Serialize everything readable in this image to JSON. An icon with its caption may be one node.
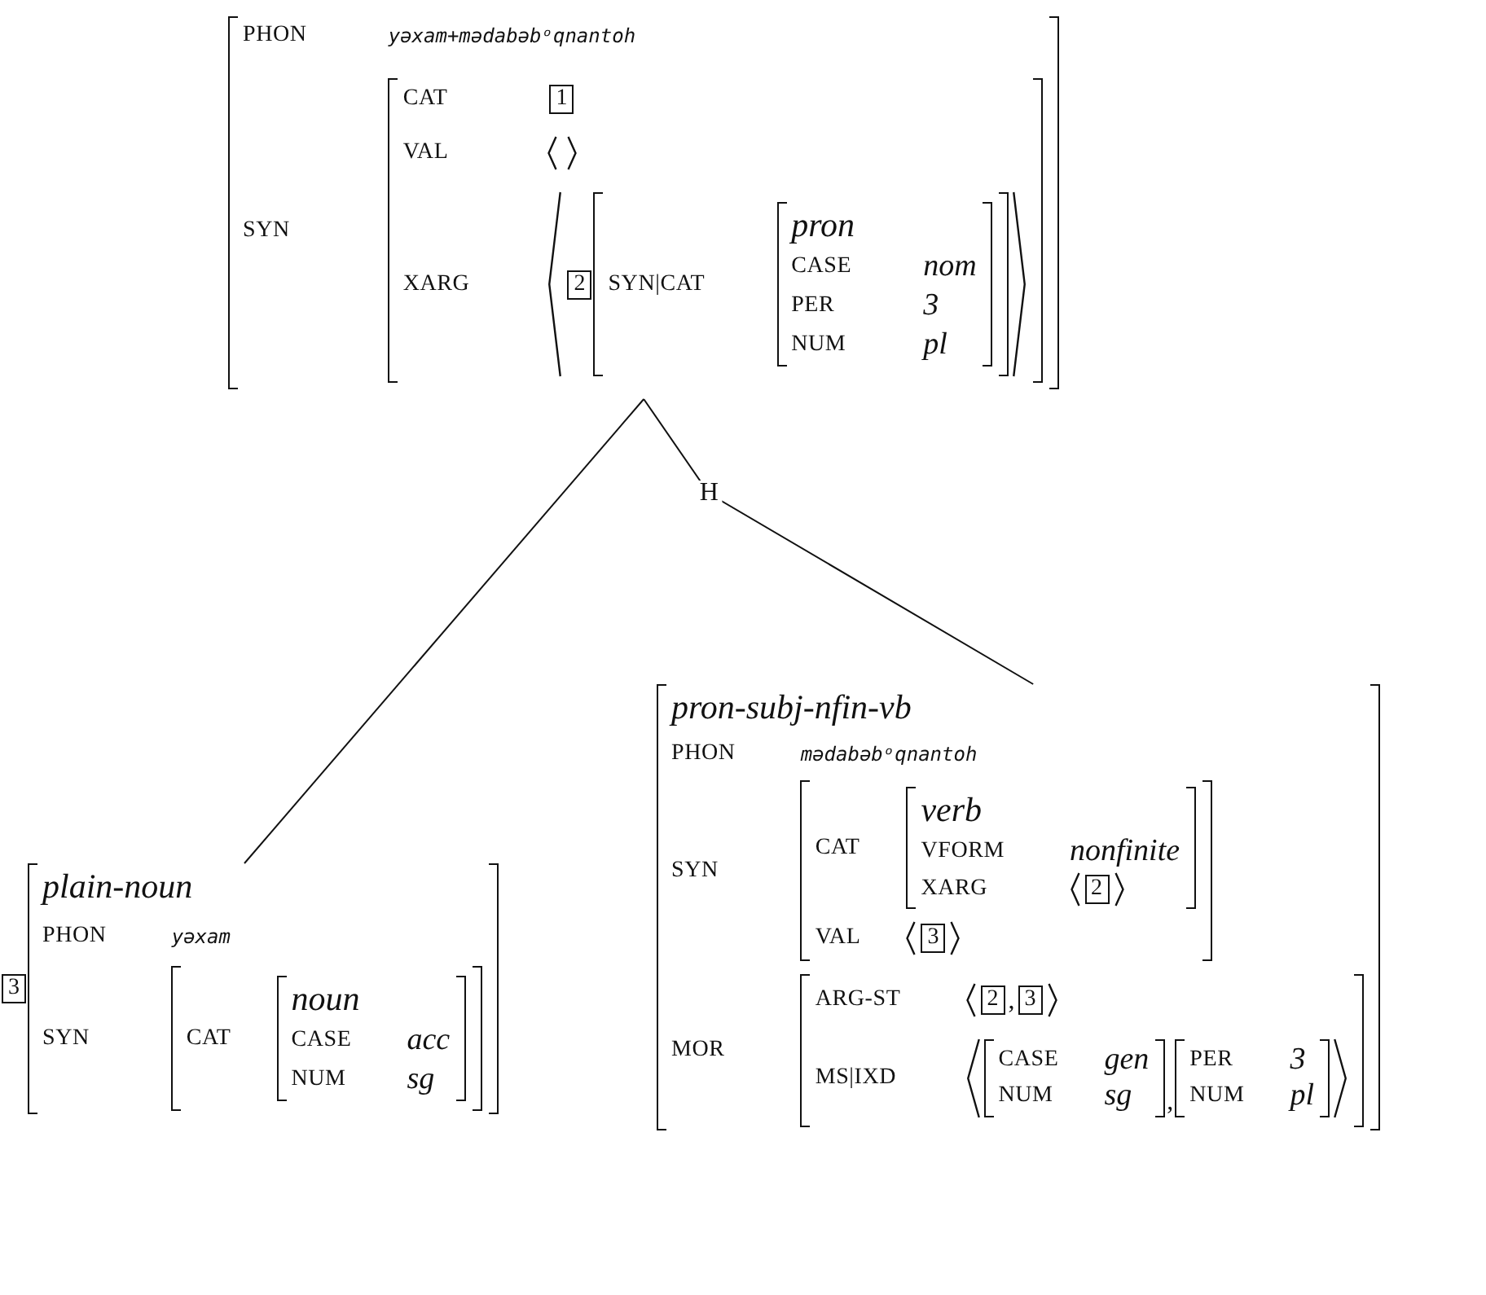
{
  "diagram": {
    "nodes": [
      {
        "text": [
          "PHON",
          "yəxam+mədabəbᵒqnantoh",
          "SYN"
        ]
      },
      {
        "text": [
          "CAT",
          "1",
          "VAL",
          "XARG",
          "2"
        ],
        "in": 0
      },
      {
        "text": [
          "SYN|CAT"
        ],
        "in": 1
      },
      {
        "text": [
          "pron",
          "CASE",
          "nom",
          "PER",
          "3",
          "NUM",
          "pl"
        ],
        "in": 2
      },
      {
        "text": [
          "3",
          "plain-noun",
          "PHON",
          "yəxam",
          "SYN"
        ]
      },
      {
        "text": [
          "CAT"
        ],
        "in": 4
      },
      {
        "text": [
          "noun",
          "CASE",
          "acc",
          "NUM",
          "sg"
        ],
        "in": 5
      },
      {
        "text": [
          "pron-subj-nfin-vb",
          "PHON",
          "mədabəbᵒqnantoh",
          "SYN",
          "MOR"
        ]
      },
      {
        "text": [
          "CAT",
          "VAL",
          "3"
        ],
        "in": 7
      },
      {
        "text": [
          "verb",
          "VFORM",
          "nonfinite",
          "XARG",
          "2"
        ],
        "in": 8
      },
      {
        "text": [
          "ARG-ST",
          "2",
          ",",
          "3",
          "MS|IXD",
          ","
        ],
        "in": 7
      },
      {
        "text": [
          "CASE",
          "gen",
          "NUM",
          "sg"
        ],
        "in": 10
      },
      {
        "text": [
          "PER",
          "3",
          "NUM",
          "pl"
        ],
        "in": 10
      }
    ],
    "edges": [
      {
        "from": 0,
        "to": 4,
        "arrow": "none"
      },
      {
        "from": 0,
        "to": 7,
        "arrow": "none",
        "label": "H"
      }
    ]
  }
}
